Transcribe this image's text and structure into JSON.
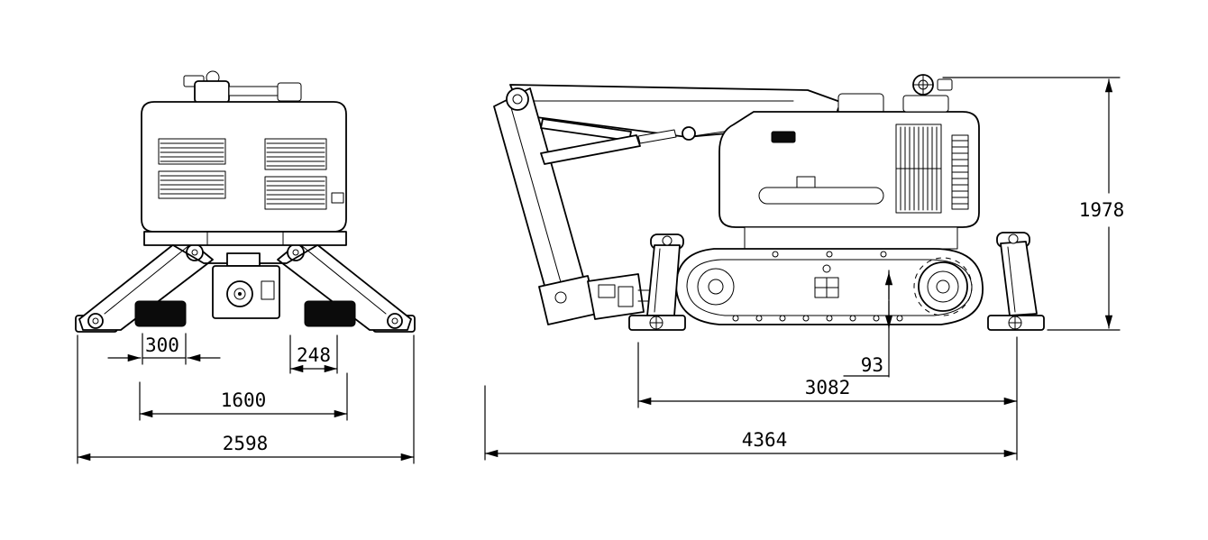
{
  "colors": {
    "background": "#ffffff",
    "line": "#000000"
  },
  "front": {
    "dims": {
      "d300": "300",
      "d248": "248",
      "d1600": "1600",
      "d2598": "2598"
    }
  },
  "side": {
    "dims": {
      "d93": "93",
      "d3082": "3082",
      "d4364": "4364",
      "d1978": "1978"
    }
  }
}
